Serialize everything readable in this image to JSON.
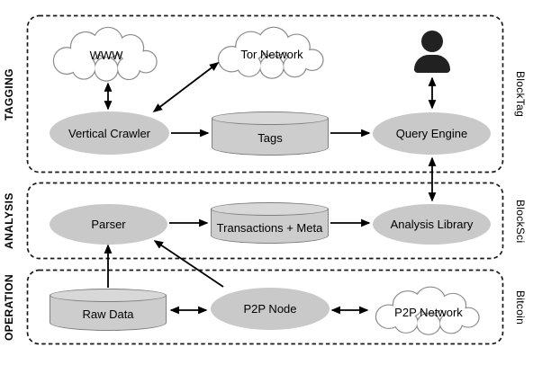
{
  "diagram": {
    "layers": [
      {
        "name": "tagging",
        "left_label": "TAGGING",
        "right_label": "BlockTag"
      },
      {
        "name": "analysis",
        "left_label": "ANALYSIS",
        "right_label": "BlockSci"
      },
      {
        "name": "operation",
        "left_label": "OPERATION",
        "right_label": "Bitcoin"
      }
    ],
    "nodes": {
      "www": {
        "label": "WWW",
        "shape": "cloud"
      },
      "tor_network": {
        "label": "Tor Network",
        "shape": "cloud"
      },
      "vertical_crawler": {
        "label": "Vertical Crawler",
        "shape": "ellipse"
      },
      "tags": {
        "label": "Tags",
        "shape": "cylinder"
      },
      "query_engine": {
        "label": "Query Engine",
        "shape": "ellipse"
      },
      "user": {
        "label": "",
        "shape": "person-icon"
      },
      "parser": {
        "label": "Parser",
        "shape": "ellipse"
      },
      "transactions_meta": {
        "label": "Transactions + Meta",
        "shape": "cylinder"
      },
      "analysis_library": {
        "label": "Analysis Library",
        "shape": "ellipse"
      },
      "raw_data": {
        "label": "Raw Data",
        "shape": "cylinder"
      },
      "p2p_node": {
        "label": "P2P Node",
        "shape": "ellipse"
      },
      "p2p_network": {
        "label": "P2P Network",
        "shape": "cloud"
      }
    },
    "edges": [
      {
        "from": "WWW",
        "to": "Vertical Crawler",
        "bidirectional": true
      },
      {
        "from": "Tor Network",
        "to": "Vertical Crawler",
        "bidirectional": true
      },
      {
        "from": "Vertical Crawler",
        "to": "Tags",
        "bidirectional": false
      },
      {
        "from": "Tags",
        "to": "Query Engine",
        "bidirectional": false
      },
      {
        "from": "User",
        "to": "Query Engine",
        "bidirectional": true
      },
      {
        "from": "Query Engine",
        "to": "Analysis Library",
        "bidirectional": true
      },
      {
        "from": "Parser",
        "to": "Transactions + Meta",
        "bidirectional": false
      },
      {
        "from": "Transactions + Meta",
        "to": "Analysis Library",
        "bidirectional": false
      },
      {
        "from": "Raw Data",
        "to": "Parser",
        "bidirectional": false
      },
      {
        "from": "P2P Node",
        "to": "Parser",
        "bidirectional": false
      },
      {
        "from": "Raw Data",
        "to": "P2P Node",
        "bidirectional": true
      },
      {
        "from": "P2P Node",
        "to": "P2P Network",
        "bidirectional": true
      }
    ],
    "colors": {
      "node_fill": "#c9c9c9",
      "cylinder_fill": "#cdcdcd",
      "cylinder_top_fill": "#d8d8d8",
      "cylinder_border": "#7f7f7f",
      "cloud_border": "#8c8c8c",
      "box_border": "#1a1a1a",
      "arrow": "#000000",
      "person_icon": "#212121",
      "background": "#ffffff"
    }
  }
}
